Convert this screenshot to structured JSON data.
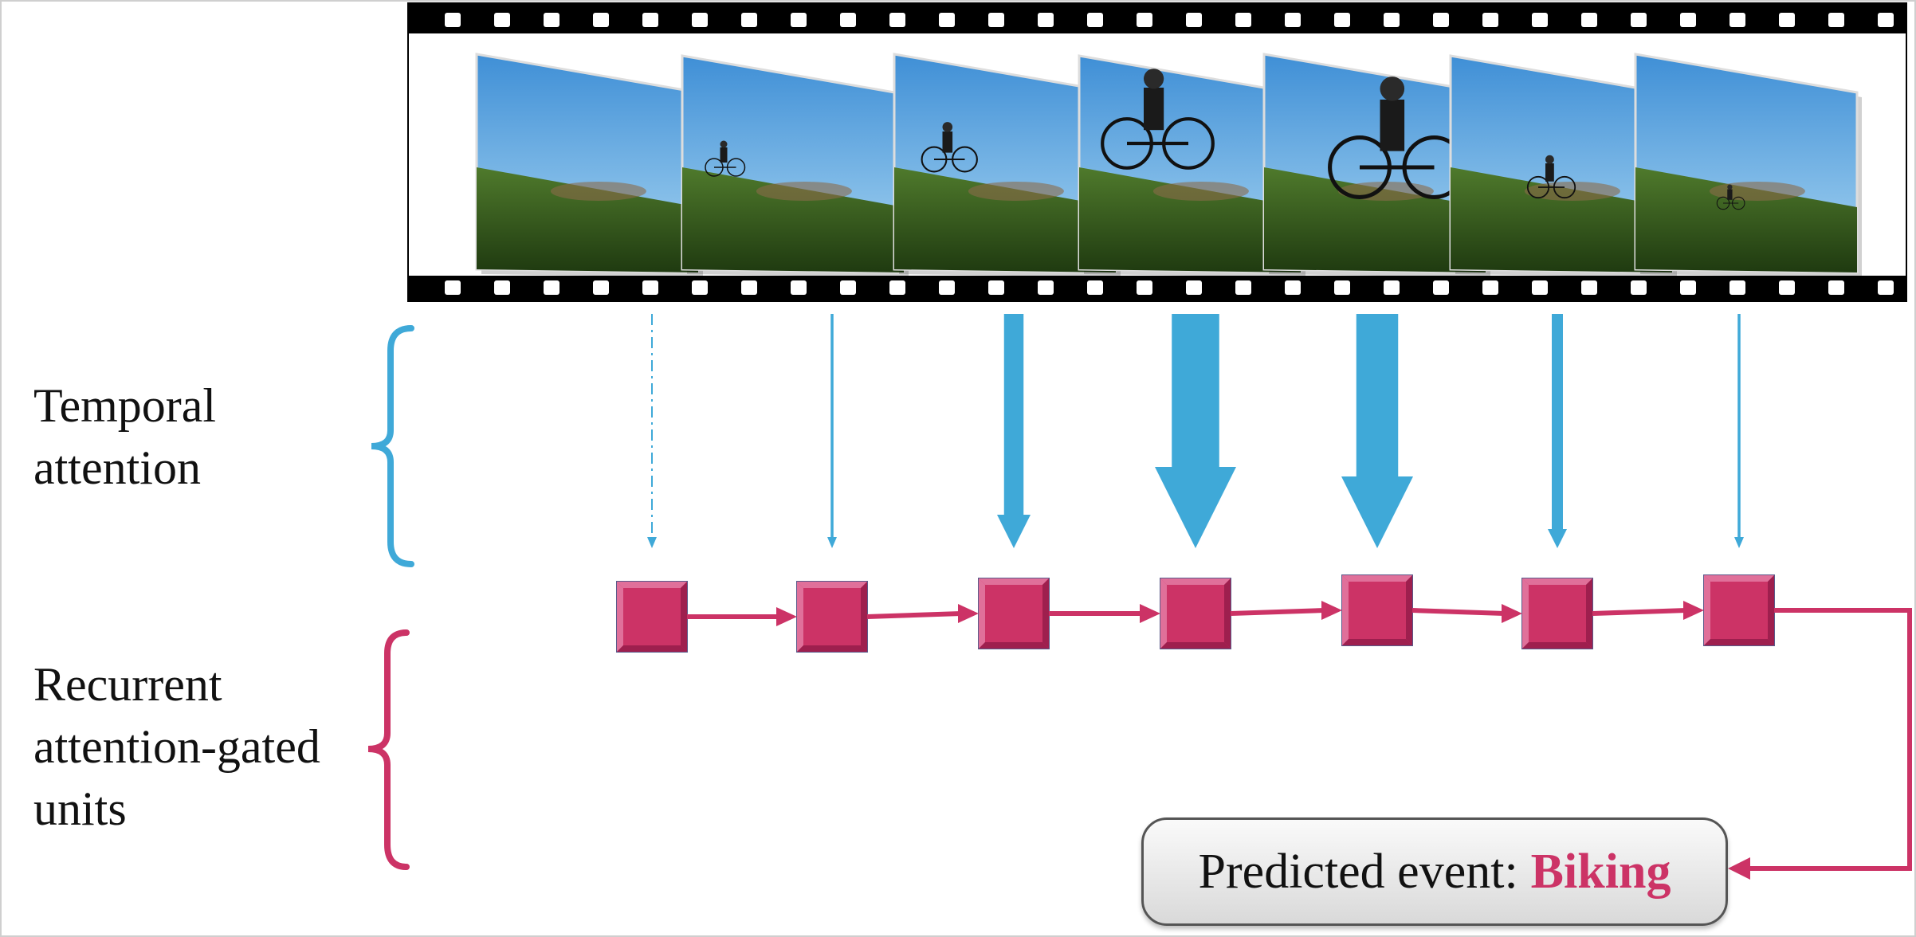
{
  "labels": {
    "temporal_line1": "Temporal",
    "temporal_line2": "attention",
    "recurrent_line1": "Recurrent",
    "recurrent_line2": "attention-gated",
    "recurrent_line3": "units"
  },
  "prediction": {
    "prefix": "Predicted event:",
    "value": "Biking"
  },
  "frames": [
    {
      "scene": "empty hillside"
    },
    {
      "scene": "distant rider"
    },
    {
      "scene": "rider approaching"
    },
    {
      "scene": "rider jumping"
    },
    {
      "scene": "rider close-up"
    },
    {
      "scene": "rider on grass"
    },
    {
      "scene": "distant rider on field"
    }
  ],
  "attention_weights": [
    0.0,
    0.05,
    0.35,
    0.85,
    0.75,
    0.2,
    0.05
  ],
  "first_attention_dashed": true,
  "colors": {
    "attention": "#3fa9d8",
    "unit": "#cc3366",
    "unit_dark": "#9e1f4e",
    "unit_light": "#e0709a",
    "film": "#000000",
    "highlight": "#cc3366"
  }
}
